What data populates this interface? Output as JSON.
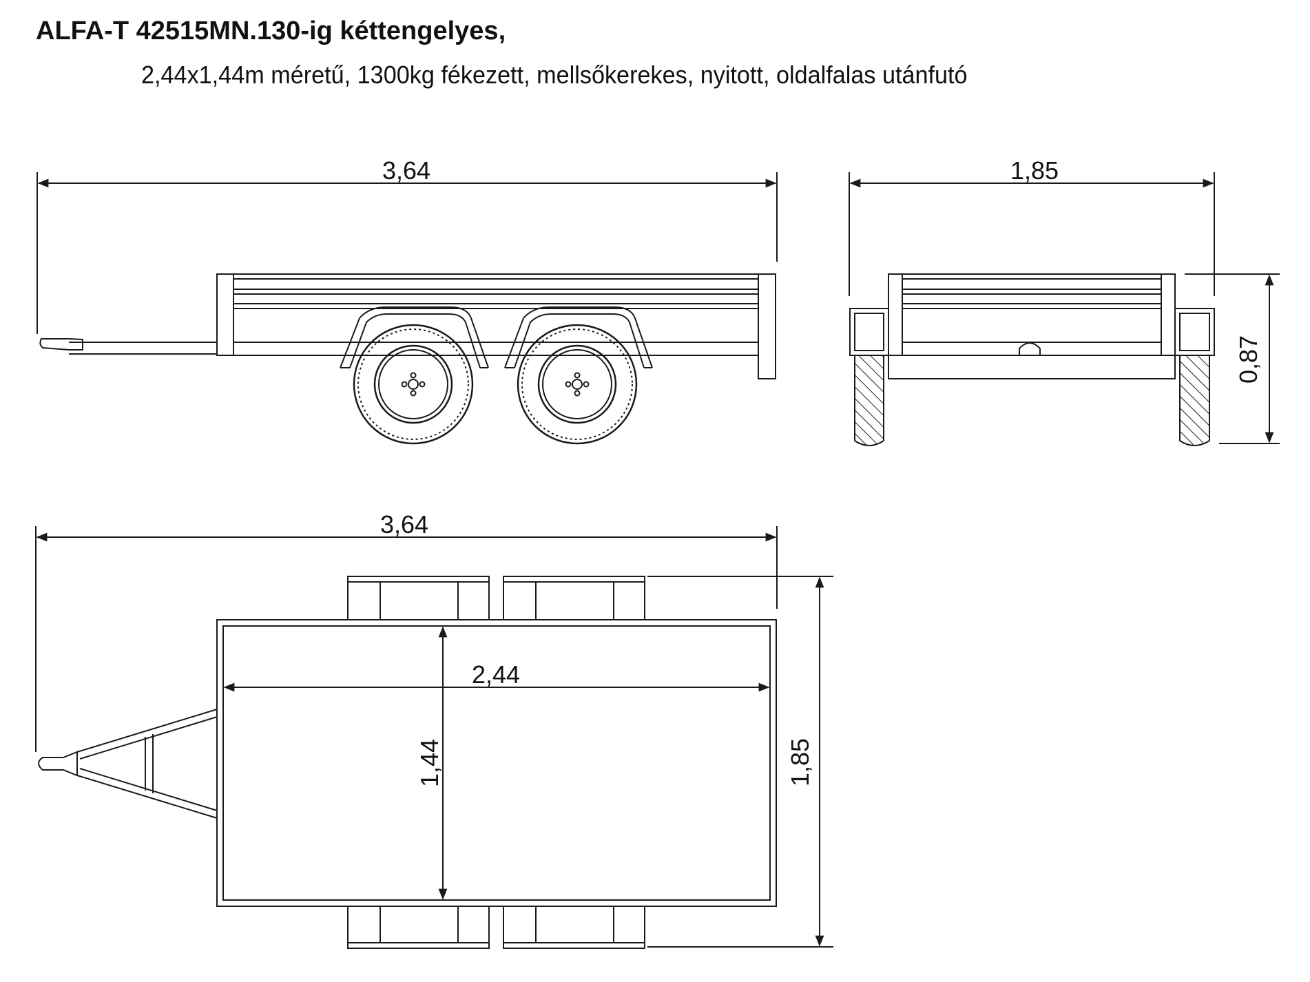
{
  "header": {
    "title": "ALFA-T 42515MN.130-ig kéttengelyes,",
    "subtitle": "2,44x1,44m méretű, 1300kg fékezett, mellsőkerekes, nyitott, oldalfalas utánfutó"
  },
  "dimensions": {
    "side_length": "3,64",
    "rear_width": "1,85",
    "rear_height": "0,87",
    "top_length": "3,64",
    "top_width": "1,85",
    "bed_length": "2,44",
    "bed_width": "1,44"
  },
  "colors": {
    "line": "#1a1a1a",
    "background": "#ffffff"
  }
}
